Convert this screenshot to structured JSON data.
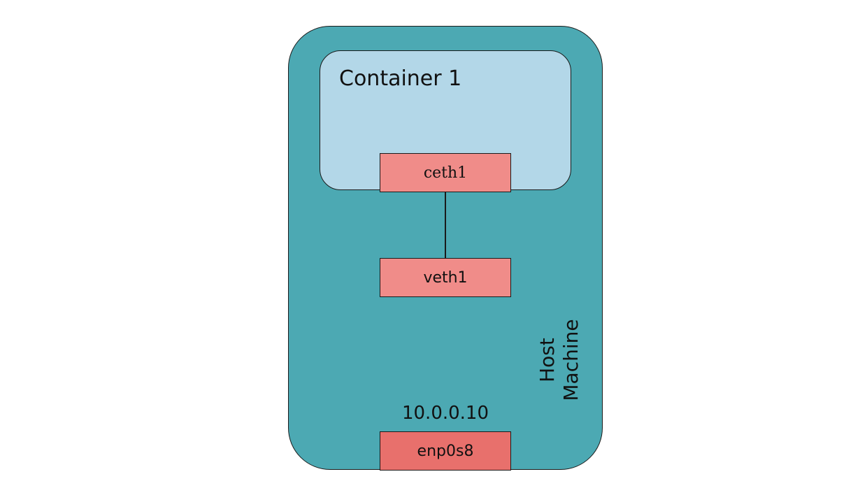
{
  "diagram": {
    "host": {
      "label_line1": "Host",
      "label_line2": "Machine",
      "color": "#4CA9B3"
    },
    "container": {
      "title": "Container 1",
      "color": "#B3D7E8"
    },
    "interfaces": [
      {
        "id": "ceth1",
        "label": "ceth1",
        "color": "#F08C89"
      },
      {
        "id": "veth1",
        "label": "veth1",
        "color": "#F08C89"
      },
      {
        "id": "enp0s8",
        "label": "enp0s8",
        "color": "#E8706C",
        "ip": "10.0.0.10"
      }
    ],
    "links": [
      {
        "from": "ceth1",
        "to": "veth1"
      }
    ]
  }
}
